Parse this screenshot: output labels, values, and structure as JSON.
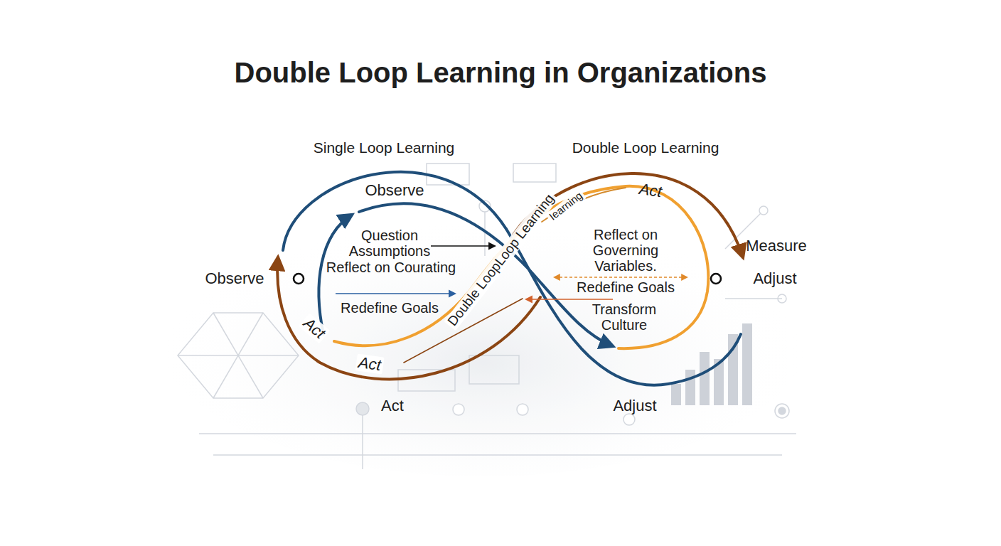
{
  "diagram": {
    "title": "Double Loop Learning in Organizations",
    "labels": [
      "Single Loop Learning",
      "Double Loop Learning",
      "Observe",
      "Act",
      "Question Assumptions",
      "Reflect on Courating",
      "Reflect on Governing Variables.",
      "Measure",
      "Observe",
      "Adjust",
      "Redefine Goals",
      "Redefine Goals",
      "Transform Culture",
      "Double LoopLoop Learning",
      "Iearning",
      "Act",
      "Act",
      "Act",
      "Adjust"
    ]
  }
}
